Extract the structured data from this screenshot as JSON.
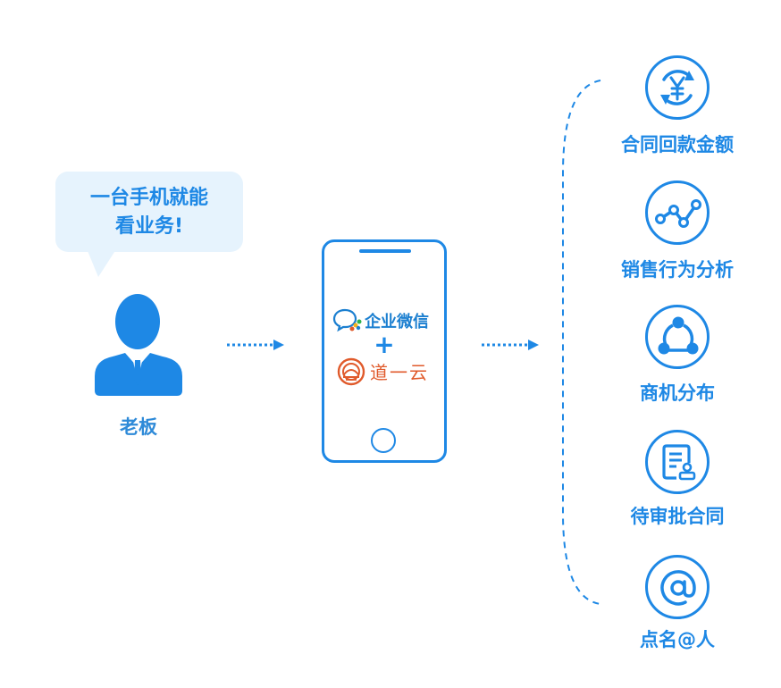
{
  "bubble": {
    "line1": "一台手机就能",
    "line2": "看业务!"
  },
  "boss": {
    "label": "老板"
  },
  "phone": {
    "wechat_work": "企业微信",
    "plus": "+",
    "daoyiyun": "道一云"
  },
  "features": [
    {
      "label": "合同回款金额",
      "icon": "yen-refresh-icon"
    },
    {
      "label": "销售行为分析",
      "icon": "trend-line-icon"
    },
    {
      "label": "商机分布",
      "icon": "share-network-icon"
    },
    {
      "label": "待审批合同",
      "icon": "contract-approval-icon"
    },
    {
      "label": "点名@人",
      "icon": "at-icon"
    }
  ],
  "colors": {
    "primary": "#1e88e5",
    "bubble_bg": "#e6f3fd",
    "brand_orange": "#e05a2b"
  }
}
